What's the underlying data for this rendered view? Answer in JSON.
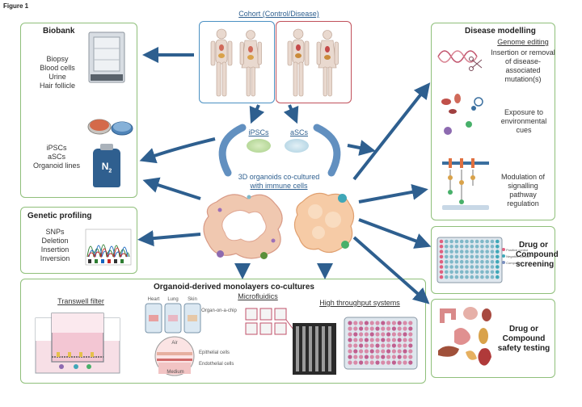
{
  "figure_label": "Figure 1",
  "cohort": {
    "title": "Cohort (Control/Disease)"
  },
  "biobank": {
    "title": "Biobank",
    "group1": [
      "Biopsy",
      "Blood cells",
      "Urine",
      "Hair follicle"
    ],
    "group2": [
      "iPSCs",
      "aSCs",
      "Organoid lines"
    ],
    "n2_label": "N",
    "n2_sub": "2"
  },
  "genetic": {
    "title": "Genetic profiling",
    "items": [
      "SNPs",
      "Deletion",
      "Insertion",
      "Inversion"
    ]
  },
  "center": {
    "ipscs": "iPSCs",
    "ascs": "aSCs",
    "organoids_line1": "3D organoids co-cultured",
    "organoids_line2": "with immune cells"
  },
  "monolayers": {
    "title": "Organoid-derived monolayers co-cultures",
    "transwell": "Transwell filter",
    "microfluidics": "Microfluidics",
    "htp": "High throughput systems",
    "organ_labels": [
      "Heart",
      "Lung",
      "Skin"
    ],
    "organ_on_chip": "Organ-on-a-chip",
    "air": "Air",
    "epithelial": "Epithelial cells",
    "endothelial": "Endothelial cells",
    "medium": "Medium"
  },
  "disease": {
    "title": "Disease modelling",
    "genome_editing": "Genome editing",
    "genome_text": [
      "Insertion or removal",
      "of disease-associated",
      "mutation(s)"
    ],
    "exposure_text": [
      "Exposure to",
      "environmental cues"
    ],
    "modulation_text": [
      "Modulation of",
      "signalling pathway",
      "regulation"
    ]
  },
  "drug_screening": {
    "title": [
      "Drug or",
      "Compound",
      "screening"
    ],
    "legend": [
      "Positive control",
      "Negative control",
      "Compound"
    ]
  },
  "drug_safety": {
    "title": [
      "Drug or Compound",
      "safety testing"
    ]
  },
  "colors": {
    "box_border": "#8fbf7a",
    "cohort_control": "#4a90c2",
    "cohort_disease": "#c0505a",
    "arrow": "#2e5f8f"
  }
}
